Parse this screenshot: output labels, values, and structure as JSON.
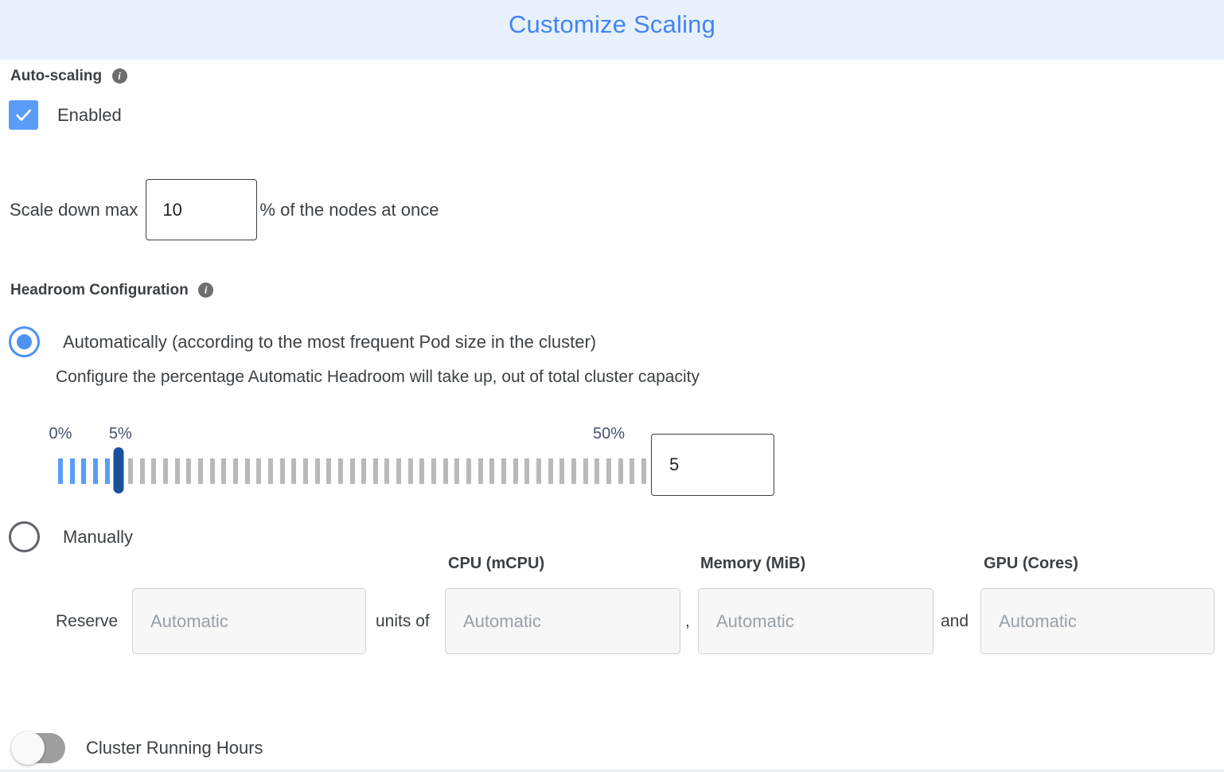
{
  "header": {
    "title": "Customize Scaling",
    "accent_color": "#4285f4",
    "band_color": "#e9f0fd"
  },
  "autoscaling": {
    "section_label": "Auto-scaling",
    "info_glyph": "i",
    "enabled_label": "Enabled",
    "enabled_checked": true,
    "checkbox_color": "#5a9cf8"
  },
  "scale_down": {
    "prefix_label": "Scale down max",
    "value": "10",
    "placeholder": "",
    "suffix_label": "% of the nodes at once"
  },
  "headroom": {
    "section_label": "Headroom Configuration",
    "info_glyph": "i",
    "auto_option_label": "Automatically (according to the most frequent Pod size in the cluster)",
    "auto_option_selected": true,
    "auto_description": "Configure the percentage Automatic Headroom will take up, out of total cluster capacity",
    "manual_option_label": "Manually",
    "manual_option_selected": false
  },
  "slider": {
    "min_label": "0%",
    "value_label": "5%",
    "max_label": "50%",
    "min": 0,
    "max": 50,
    "value": 5,
    "tick_count": 51,
    "filled_color": "#5a9cf8",
    "unfilled_color": "#b9b9b9",
    "thumb_color": "#1a4f9e",
    "input_value": "5"
  },
  "reserve": {
    "reserve_label": "Reserve",
    "units_of_label": "units of",
    "comma_label": ",",
    "and_label": "and",
    "units_placeholder": "Automatic",
    "columns": [
      {
        "header": "CPU (mCPU)",
        "placeholder": "Automatic",
        "value": ""
      },
      {
        "header": "Memory (MiB)",
        "placeholder": "Automatic",
        "value": ""
      },
      {
        "header": "GPU (Cores)",
        "placeholder": "Automatic",
        "value": ""
      }
    ]
  },
  "cluster_running_hours": {
    "label": "Cluster Running Hours",
    "enabled": false
  }
}
